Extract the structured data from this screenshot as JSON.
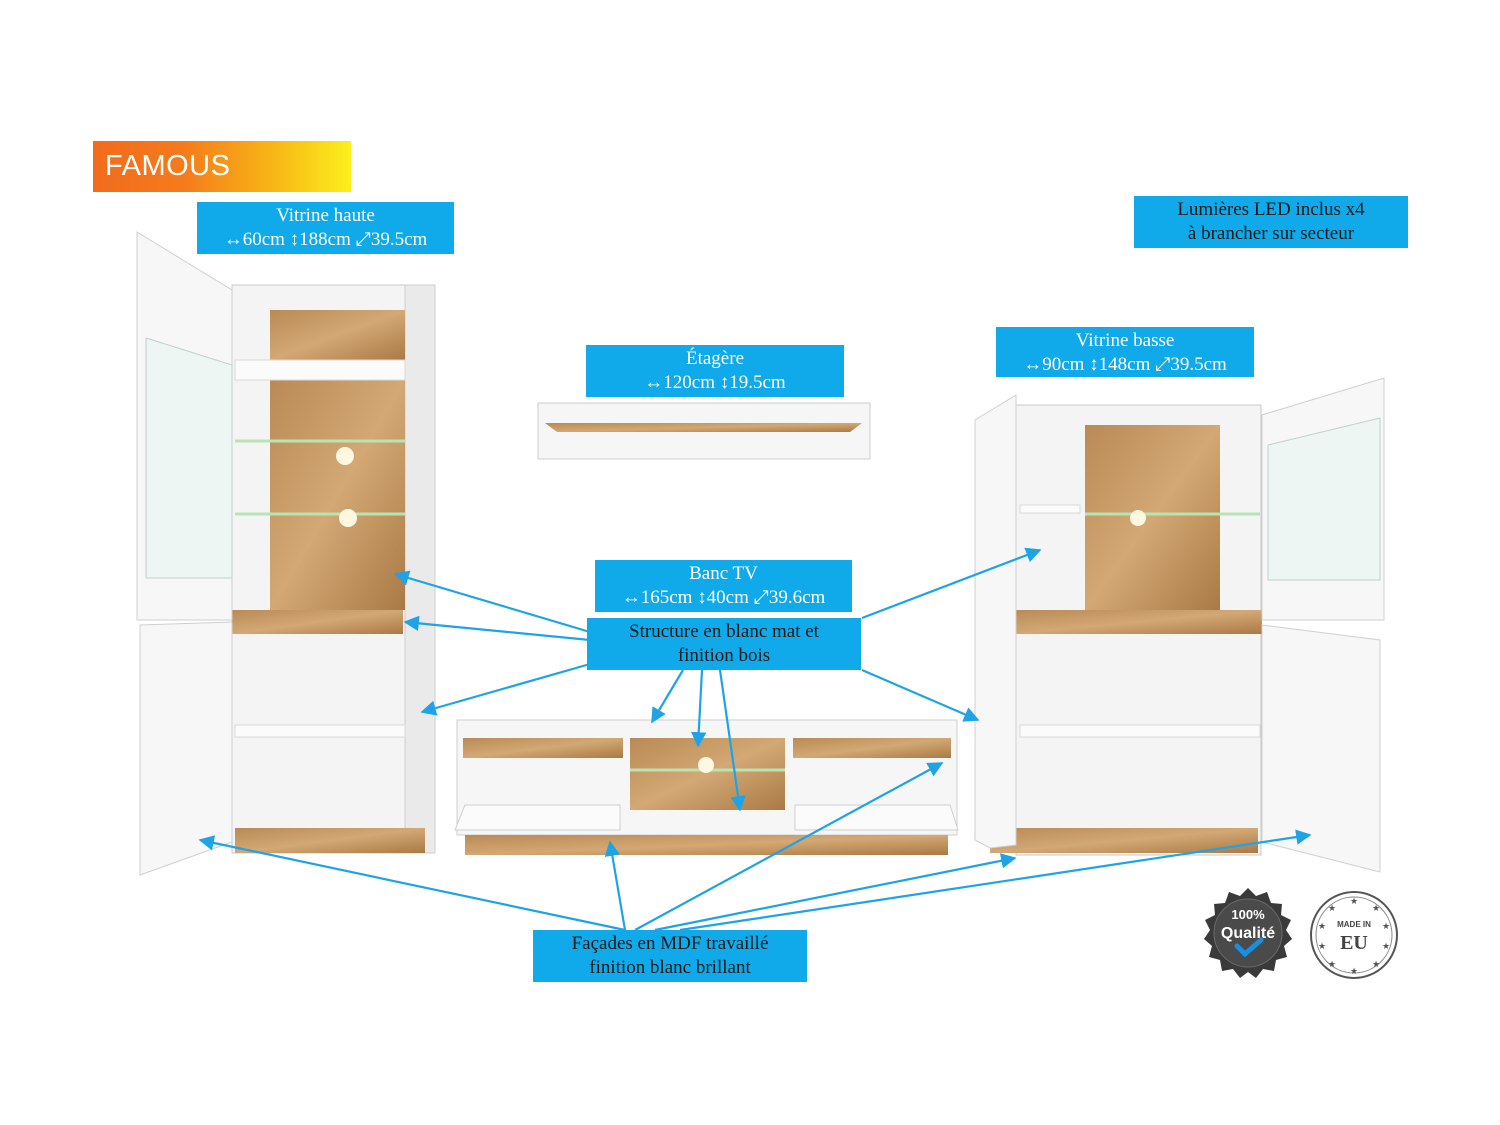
{
  "brand": {
    "name": "FAMOUS"
  },
  "labels": {
    "vitrine_haute": {
      "title": "Vitrine haute",
      "dims": "↔60cm ↕188cm ⤢39.5cm"
    },
    "led": {
      "line1": "Lumières LED inclus x4",
      "line2": "à brancher sur secteur"
    },
    "etagere": {
      "title": "Étagère",
      "dims": "↔120cm ↕19.5cm"
    },
    "vitrine_basse": {
      "title": "Vitrine basse",
      "dims": "↔90cm ↕148cm ⤢39.5cm"
    },
    "banc_tv": {
      "title": "Banc TV",
      "dims": "↔165cm ↕40cm ⤢39.6cm"
    },
    "structure": {
      "line1": "Structure en blanc mat et",
      "line2": "finition bois"
    },
    "facades": {
      "line1": "Façades en MDF travaillé",
      "line2": "finition blanc brillant"
    }
  },
  "badges": {
    "quality": {
      "top": "100%",
      "bottom": "Qualité"
    },
    "made_in": {
      "top": "MADE IN",
      "bottom": "EU"
    }
  },
  "colors": {
    "label_bg": "#10a9ea",
    "arrow": "#1ea3e6",
    "wood": "#c89a62",
    "white_panel": "#f6f6f6"
  }
}
